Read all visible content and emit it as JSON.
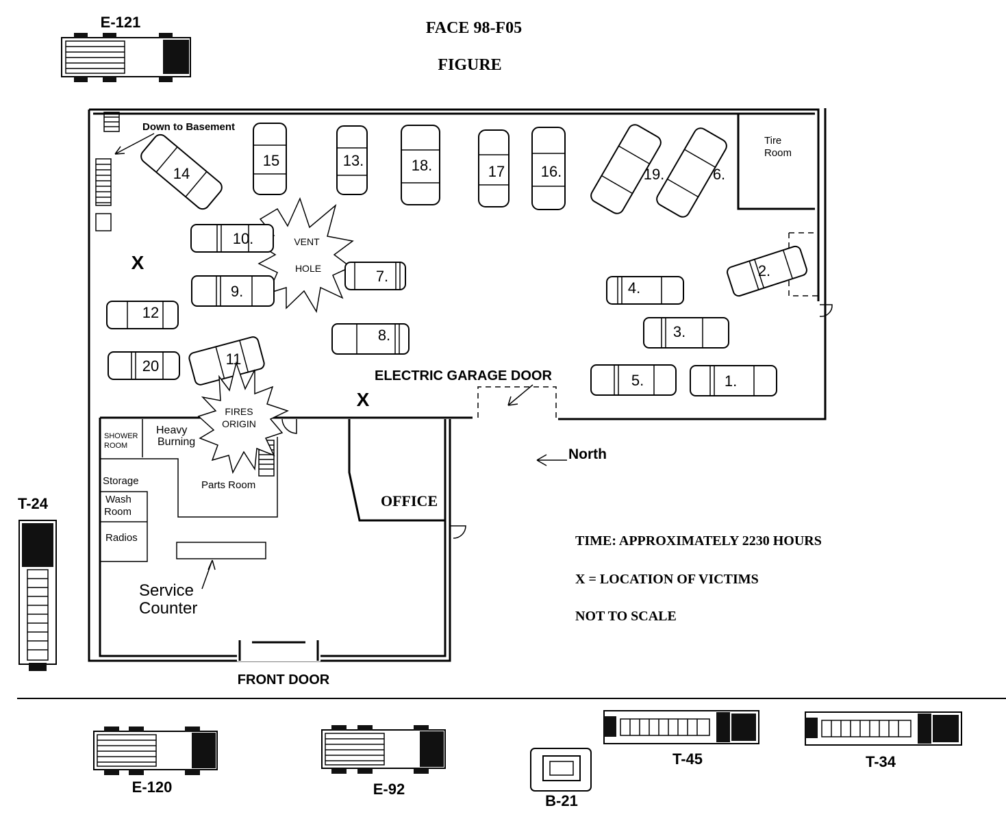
{
  "header": {
    "title": "FACE 98-F05",
    "subtitle": "FIGURE"
  },
  "legend": {
    "time": "TIME:  APPROXIMATELY 2230 HOURS",
    "victims": "X = LOCATION OF VICTIMS",
    "scale": "NOT TO SCALE"
  },
  "rooms": {
    "down_to_basement": "Down to Basement",
    "tire_room_1": "Tire",
    "tire_room_2": "Room",
    "shower_room_1": "SHOWER",
    "shower_room_2": "ROOM",
    "heavy_burning_1": "Heavy",
    "heavy_burning_2": "Burning",
    "storage": "Storage",
    "wash_room_1": "Wash",
    "wash_room_2": "Room",
    "radios": "Radios",
    "parts_room": "Parts Room",
    "office": "OFFICE",
    "service_counter_1": "Service",
    "service_counter_2": "Counter",
    "front_door": "FRONT DOOR",
    "garage_door": "ELECTRIC GARAGE DOOR",
    "north": "North"
  },
  "markers": {
    "vent_hole_1": "VENT",
    "vent_hole_2": "HOLE",
    "fire_origin_1": "FIRES",
    "fire_origin_2": "ORIGIN",
    "victim_mark": "X"
  },
  "cars": {
    "c1": "1.",
    "c2": "2.",
    "c3": "3.",
    "c4": "4.",
    "c5": "5.",
    "c6": "6.",
    "c7": "7.",
    "c8": "8.",
    "c9": "9.",
    "c10": "10.",
    "c11": "11",
    "c12": "12",
    "c13": "13.",
    "c14": "14",
    "c15": "15",
    "c16": "16.",
    "c17": "17",
    "c18": "18.",
    "c19": "19.",
    "c20": "20"
  },
  "apparatus": {
    "e121": "E-121",
    "t24": "T-24",
    "e120": "E-120",
    "e92": "E-92",
    "b21": "B-21",
    "t45": "T-45",
    "t34": "T-34"
  }
}
